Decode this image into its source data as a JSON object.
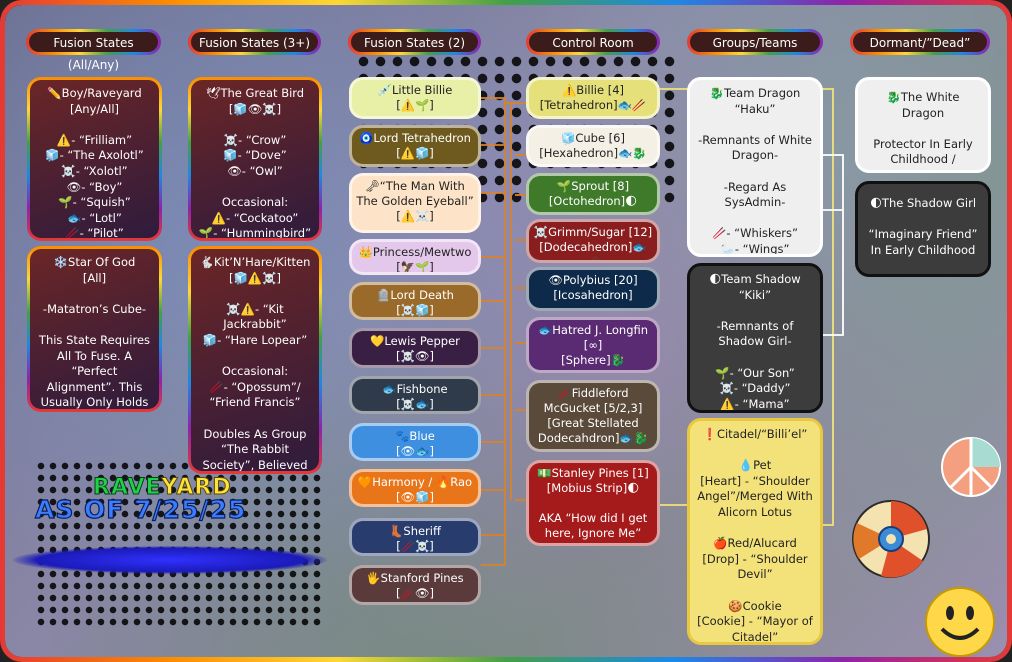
{
  "headers": {
    "fusion_all": "Fusion States (All/Any)",
    "fusion_3": "Fusion States (3+)",
    "fusion_2": "Fusion States (2)",
    "control": "Control Room",
    "groups": "Groups/Teams",
    "dormant": "Dormant/”Dead”"
  },
  "col1": {
    "boy": "✏️Boy/Raveyard\n[Any/All]\n\n⚠️- “Frilliam”\n🧊- “The Axolotl”\n☠️- “Xolotl”\n👁- “Boy”\n🌱- “Squish”\n🐟- “Lotl”\n🥢- “Pilot”",
    "star": "❄️Star Of God\n[All]\n\n-Matatron’s Cube-\n\nThis State Requires All To Fuse. A “Perfect Alignment”. This Usually Only Holds if We’re Stoned."
  },
  "col2": {
    "bird": "🕊The Great Bird\n[🧊👁☠️]\n\n☠️- “Crow”\n🧊- “Dove”\n👁- “Owl”\n\nOccasional:\n⚠️- “Cockatoo”\n🌱- “Hummingbird”",
    "kit": "🐇Kit’N’Hare/Kitten\n[🧊⚠️☠️]\n\n☠️⚠️- “Kit Jackrabbit”\n🧊- “Hare Lopear”\n\nOccasional:\n🥢- “Opossum”/\n“Friend Francis”\n\nDoubles As Group “The Rabbit Society”, Believed To Be Host’s Guiding Voices."
  },
  "col3": [
    {
      "label": "💉Little Billie\n[⚠️🌱]",
      "bg": "#e8f0a8",
      "fg": "#222222"
    },
    {
      "label": "🧿Lord Tetrahedron\n[⚠️🧊]",
      "bg": "#6e5a1e",
      "fg": "#ffffff"
    },
    {
      "label": "🗝“The Man With The Golden Eyeball”\n[⚠️☠️]",
      "bg": "#fde4c8",
      "fg": "#222222"
    },
    {
      "label": "👑Princess/Mewtwo\n[🦅🌱]",
      "bg": "#e3c8ec",
      "fg": "#222222"
    },
    {
      "label": "🪦Lord Death\n[☠️🧊]",
      "bg": "#9a6a2a",
      "fg": "#ffffff"
    },
    {
      "label": "💛Lewis Pepper\n[☠️👁]",
      "bg": "#3a1f44",
      "fg": "#ffffff"
    },
    {
      "label": "🐟Fishbone\n[☠️🐟]",
      "bg": "#2f3a4a",
      "fg": "#ffffff"
    },
    {
      "label": "🐾Blue\n[👁🐟]",
      "bg": "#3e8fe0",
      "fg": "#ffffff"
    },
    {
      "label": "🧡Harmony / 🔥Rao\n[👁🧊]",
      "bg": "#e8751a",
      "fg": "#ffffff"
    },
    {
      "label": "👢Sheriff\n[🥢☠️]",
      "bg": "#283c6e",
      "fg": "#ffffff"
    },
    {
      "label": "🖐Stanford Pines\n[🥢👁]",
      "bg": "#5a3a3a",
      "fg": "#ffffff"
    }
  ],
  "col4": [
    {
      "label": "⚠️Billie [4]\n[Tetrahedron]🐟🥢",
      "bg": "#e6e07a",
      "fg": "#222222"
    },
    {
      "label": "🧊Cube [6]\n[Hexahedron]🐟🐉",
      "bg": "#f4f0e6",
      "fg": "#222222"
    },
    {
      "label": "🌱Sprout [8]\n[Octohedron]🌓",
      "bg": "#3f7a2a",
      "fg": "#ffffff"
    },
    {
      "label": "☠️Grimm/Sugar [12]\n[Dodecahedron]🐟🥢",
      "bg": "#8a1e1e",
      "fg": "#ffffff"
    },
    {
      "label": "👁Polybius [20]\n[Icosahedron]",
      "bg": "#0e2a4a",
      "fg": "#ffffff"
    },
    {
      "label": "🐟Hatred J. Longfin\n[∞]\n[Sphere]🐉",
      "bg": "#5a2a72",
      "fg": "#ffffff"
    },
    {
      "label": "🥢Fiddleford McGucket [5/2,3]\n[Great Stellated Dodecahdron]🐟🐉",
      "bg": "#5a4a3a",
      "fg": "#ffffff"
    },
    {
      "label": "💵Stanley Pines [1]\n[Mobius Strip]🌓\n\nAKA “How did I get here, Ignore Me”",
      "bg": "#a51a1a",
      "fg": "#ffffff"
    }
  ],
  "col5": {
    "dragon": "🐉Team Dragon\n“Haku”\n\n-Remnants of White Dragon-\n\n-Regard As SysAdmin-\n\n🥢- “Whiskers”\n🦢- “Wings”\n🐟- “Fangs”",
    "shadow": "🌓Team Shadow\n“Kiki”\n\n-Remnants of Shadow Girl-\n\n🌱- “Our Son”\n☠️- “Daddy”\n⚠️- “Mama”",
    "citadel": "❗️Citadel/“Billi’el”\n\n💧Pet\n[Heart] - “Shoulder Angel”/Merged With Alicorn Lotus\n\n🍎Red/Alucard\n[Drop] - “Shoulder Devil”\n\n🍪Cookie\n[Cookie] - “Mayor of Citadel”"
  },
  "col6": {
    "white": "🐉The White Dragon\n\nProtector In Early Childhood / “Guardian Angel”",
    "shadowgirl": "🌓The Shadow Girl\n\n“Imaginary Friend” In Early Childhood"
  },
  "title": {
    "line1a": "RAVE",
    "line1b": "YARD",
    "line2": "AS OF 7/25/25"
  },
  "colors": {
    "accent_yellow": "#f3e27a",
    "title_green": "#1fd14a",
    "title_yellow": "#ffe23d",
    "title_blue": "#3a7dff"
  }
}
